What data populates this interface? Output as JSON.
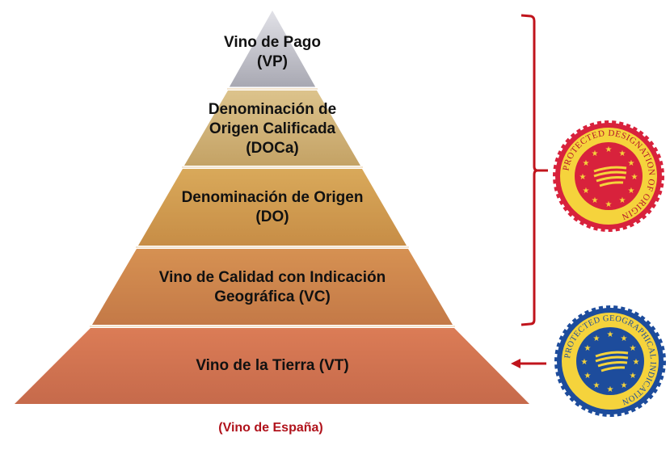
{
  "pyramid": {
    "layers": [
      {
        "id": "vp",
        "label": "Vino de Pago\n(VP)",
        "color_top": "#d9d9df",
        "color_bottom": "#a9a9b2"
      },
      {
        "id": "doca",
        "label": "Denominación de\nOrigen Calificada\n(DOCa)",
        "color_top": "#d8bf86",
        "color_bottom": "#c7a568"
      },
      {
        "id": "do",
        "label": "Denominación de Origen\n(DO)",
        "color_top": "#d7a556",
        "color_bottom": "#c98f47"
      },
      {
        "id": "vc",
        "label": "Vino de Calidad con Indicación\nGeográfica (VC)",
        "color_top": "#d48f52",
        "color_bottom": "#c67a46"
      },
      {
        "id": "vt",
        "label": "Vino de la Tierra (VT)",
        "color_top": "#d97a55",
        "color_bottom": "#c86c4c"
      }
    ],
    "footer": "(Vino de España)"
  },
  "annotations": {
    "bracket_color": "#c0141c",
    "arrow_color": "#c0141c"
  },
  "seals": {
    "pdo": {
      "text": "PROTECTED DESIGNATION OF ORIGIN",
      "outer_color": "#d8223c",
      "ring_color": "#f5d33c",
      "inner_color": "#d8223c",
      "star_color": "#f5d33c"
    },
    "pgi": {
      "text": "PROTECTED GEOGRAPHICAL INDICATION",
      "outer_color": "#1d4c9c",
      "ring_color": "#f5d33c",
      "inner_color": "#1d4c9c",
      "star_color": "#f5d33c"
    }
  }
}
